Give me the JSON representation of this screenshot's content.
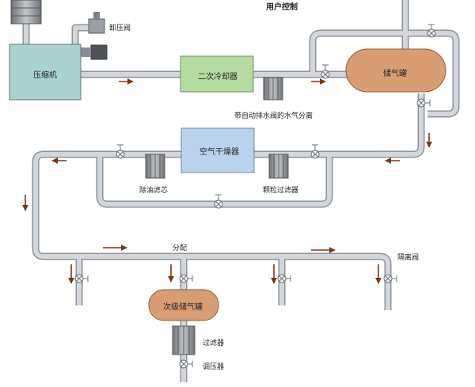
{
  "title": "用户控制",
  "components": {
    "compressor": "压缩机",
    "aftercooler": "二次冷却器",
    "receiver": "储气罐",
    "dryer": "空气干燥器",
    "secondary_tank": "次级储气罐"
  },
  "labels": {
    "unloader_valve": "卸压阀",
    "auto_drain_separator": "带自动排水阀的水气分离",
    "oil_filter": "除油滤芯",
    "particle_filter": "颗粒过滤器",
    "distribution": "分配",
    "isolation_valve": "隔离阀",
    "filter": "过滤器",
    "regulator": "调压器"
  },
  "colors": {
    "pipe": "#c9cdd2",
    "pipe_edge": "#8d9399",
    "compressor_fill": "#a9d2d0",
    "cooler_fill": "#b5dca0",
    "dryer_fill": "#b9d3ef",
    "tank_fill": "#d99d73",
    "arrow": "#7a3418",
    "device_gray": "#8c8f93"
  }
}
